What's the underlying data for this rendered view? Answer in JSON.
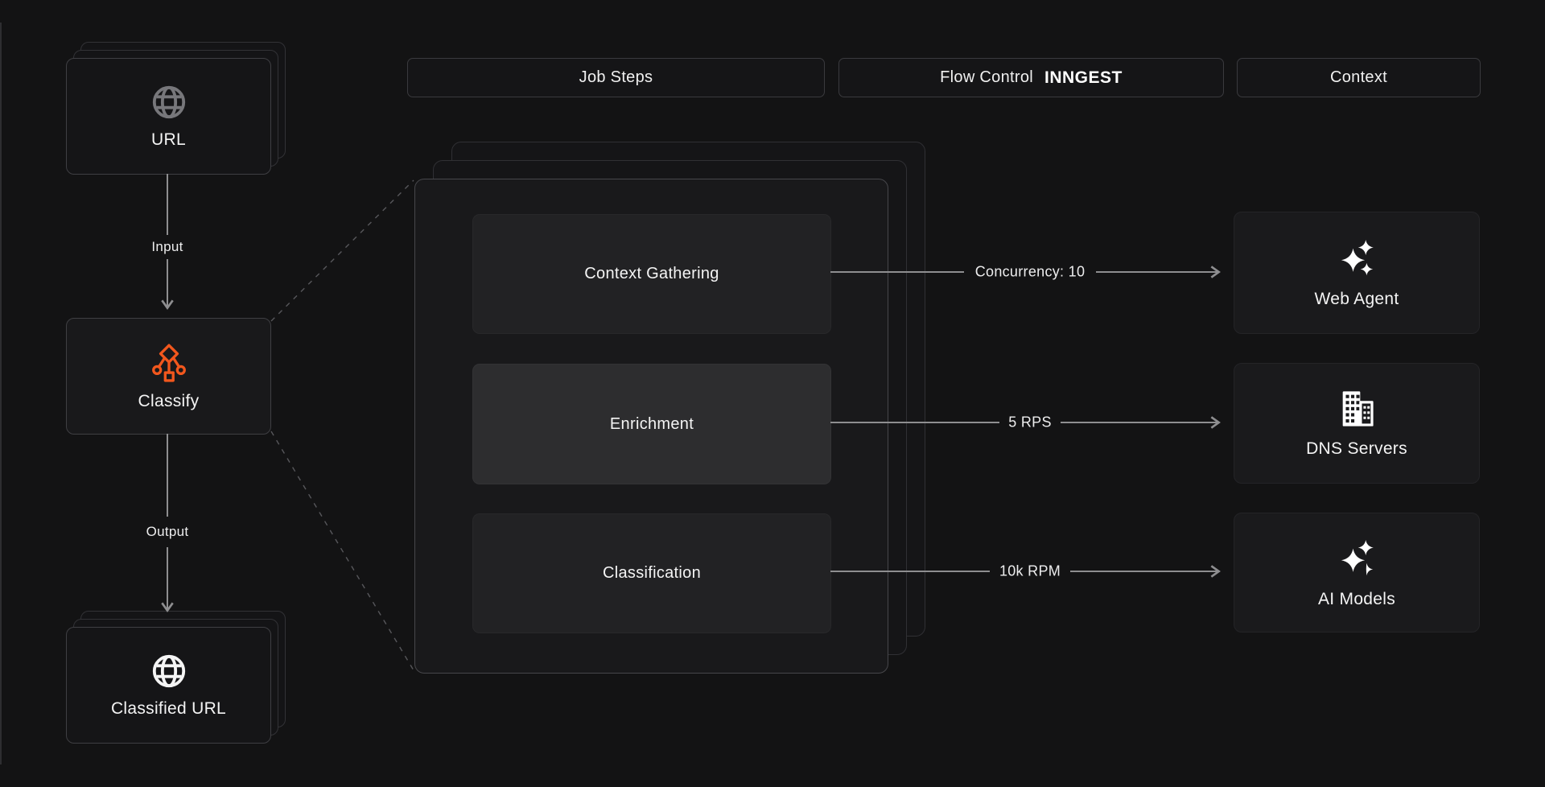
{
  "colors": {
    "background": "#131314",
    "accent_orange": "#f2571d",
    "arrow_gray": "#8e8e90",
    "text": "#f2f2f2"
  },
  "headers": {
    "job_steps": "Job Steps",
    "flow_control": "Flow Control",
    "flow_control_logo": "INNGEST",
    "context": "Context"
  },
  "pipeline": {
    "source": {
      "label": "URL",
      "icon": "globe-icon"
    },
    "input_edge": "Input",
    "classify": {
      "label": "Classify",
      "icon": "decision-tree-icon"
    },
    "output_edge": "Output",
    "result": {
      "label": "Classified URL",
      "icon": "globe-icon"
    }
  },
  "job_steps": [
    {
      "label": "Context Gathering"
    },
    {
      "label": "Enrichment"
    },
    {
      "label": "Classification"
    }
  ],
  "flow_control_labels": [
    "Concurrency: 10",
    "5 RPS",
    "10k RPM"
  ],
  "context_nodes": [
    {
      "label": "Web Agent",
      "icon": "sparkles-icon"
    },
    {
      "label": "DNS Servers",
      "icon": "buildings-icon"
    },
    {
      "label": "AI Models",
      "icon": "sparkles-icon"
    }
  ]
}
